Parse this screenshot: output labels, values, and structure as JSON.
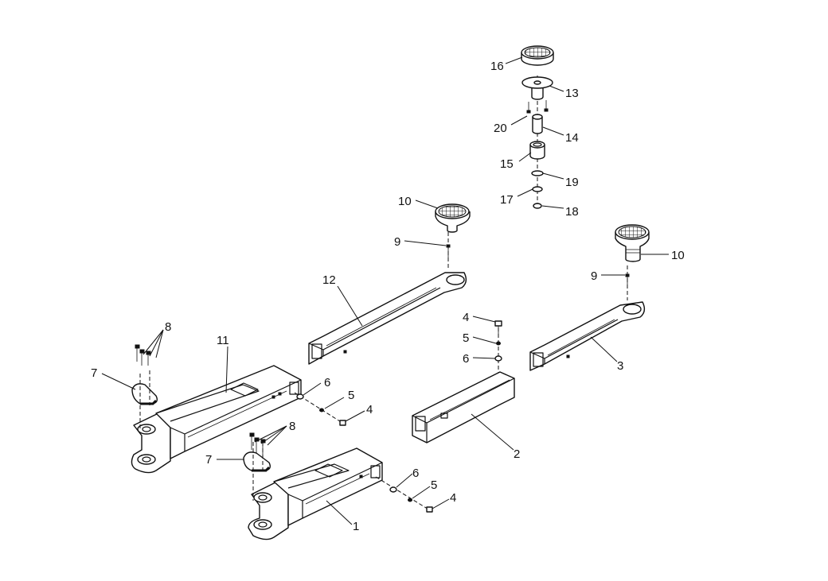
{
  "labels": {
    "p1": "1",
    "p2": "2",
    "p3": "3",
    "p4a": "4",
    "p4b": "4",
    "p4c": "4",
    "p5a": "5",
    "p5b": "5",
    "p5c": "5",
    "p6a": "6",
    "p6b": "6",
    "p6c": "6",
    "p7a": "7",
    "p7b": "7",
    "p8a": "8",
    "p8b": "8",
    "p9a": "9",
    "p9b": "9",
    "p10a": "10",
    "p10b": "10",
    "p11": "11",
    "p12": "12",
    "p13": "13",
    "p14": "14",
    "p15": "15",
    "p16": "16",
    "p17": "17",
    "p18": "18",
    "p19": "19",
    "p20": "20"
  }
}
